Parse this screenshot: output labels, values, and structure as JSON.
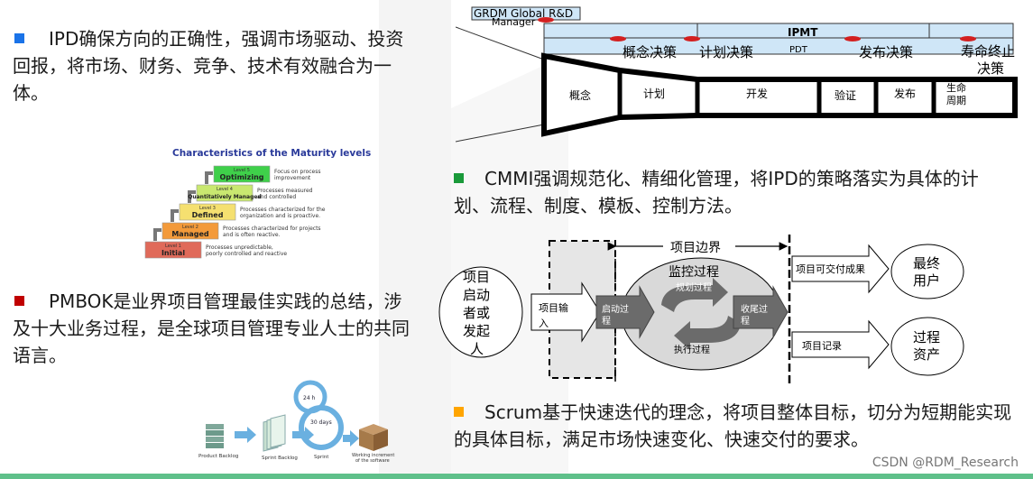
{
  "bullets": {
    "ipd": "IPD确保方向的正确性，强调市场驱动、投资回报，将市场、财务、竞争、技术有效融合为一体。",
    "pmbok": "PMBOK是业界项目管理最佳实践的总结，涉及十大业务过程，是全球项目管理专业人士的共同语言。",
    "cmmi": "CMMI强调规范化、精细化管理，将IPD的策略落实为具体的计划、流程、制度、模板、控制方法。",
    "scrum": "Scrum基于快速迭代的理念，将项目整体目标，切分为短期能实现的具体目标，满足市场快速变化、快速交付的要求。"
  },
  "ipd_diagram": {
    "grdm_label": "GRDM Global R&D",
    "manager_label": "Manager",
    "ipmt_label": "IPMT",
    "pdt_label": "PDT",
    "decisions": [
      "概念决策",
      "计划决策",
      "发布决策",
      "寿命终止",
      "决策"
    ],
    "phases": [
      "概念",
      "计划",
      "开发",
      "验证",
      "发布",
      "生命",
      "周期"
    ]
  },
  "maturity": {
    "title": "Characteristics of the Maturity levels",
    "levels": [
      {
        "tag": "Level 1",
        "name": "Initial",
        "desc1": "Processes unpredictable,",
        "desc2": "poorly controlled and reactive",
        "color": "#e06a5a"
      },
      {
        "tag": "Level 2",
        "name": "Managed",
        "desc1": "Processes characterized for projects",
        "desc2": "and is often reactive.",
        "color": "#f39a3a"
      },
      {
        "tag": "Level 3",
        "name": "Defined",
        "desc1": "Processes characterized for the",
        "desc2": "organization and is proactive.",
        "color": "#f5e070"
      },
      {
        "tag": "Level 4",
        "name": "Quantitatively Managed",
        "desc1": "Processes measured",
        "desc2": "and controlled",
        "color": "#c9e870"
      },
      {
        "tag": "Level 5",
        "name": "Optimizing",
        "desc1": "Focus on process",
        "desc2": "improvement",
        "color": "#3fd04a"
      }
    ]
  },
  "process_diagram": {
    "boundary_label": "项目边界",
    "initiator": [
      "项目",
      "启动",
      "者或",
      "发起",
      "人"
    ],
    "input": [
      "项目输",
      "入"
    ],
    "initiating": [
      "启动过",
      "程"
    ],
    "monitoring": "监控过程",
    "planning": "规划过程",
    "executing": "执行过程",
    "closing": [
      "收尾过",
      "程"
    ],
    "deliverable": "项目可交付成果",
    "record": "项目记录",
    "end_user": [
      "最终",
      "用户"
    ],
    "process_asset": [
      "过程",
      "资产"
    ]
  },
  "scrum_diagram": {
    "cycle_24h": "24 h",
    "cycle_30d": "30 days",
    "product_backlog": "Product Backlog",
    "sprint_backlog": "Sprint Backlog",
    "sprint": "Sprint",
    "increment": [
      "Working increment",
      "of the software"
    ]
  },
  "watermark": "CSDN @RDM_Research"
}
